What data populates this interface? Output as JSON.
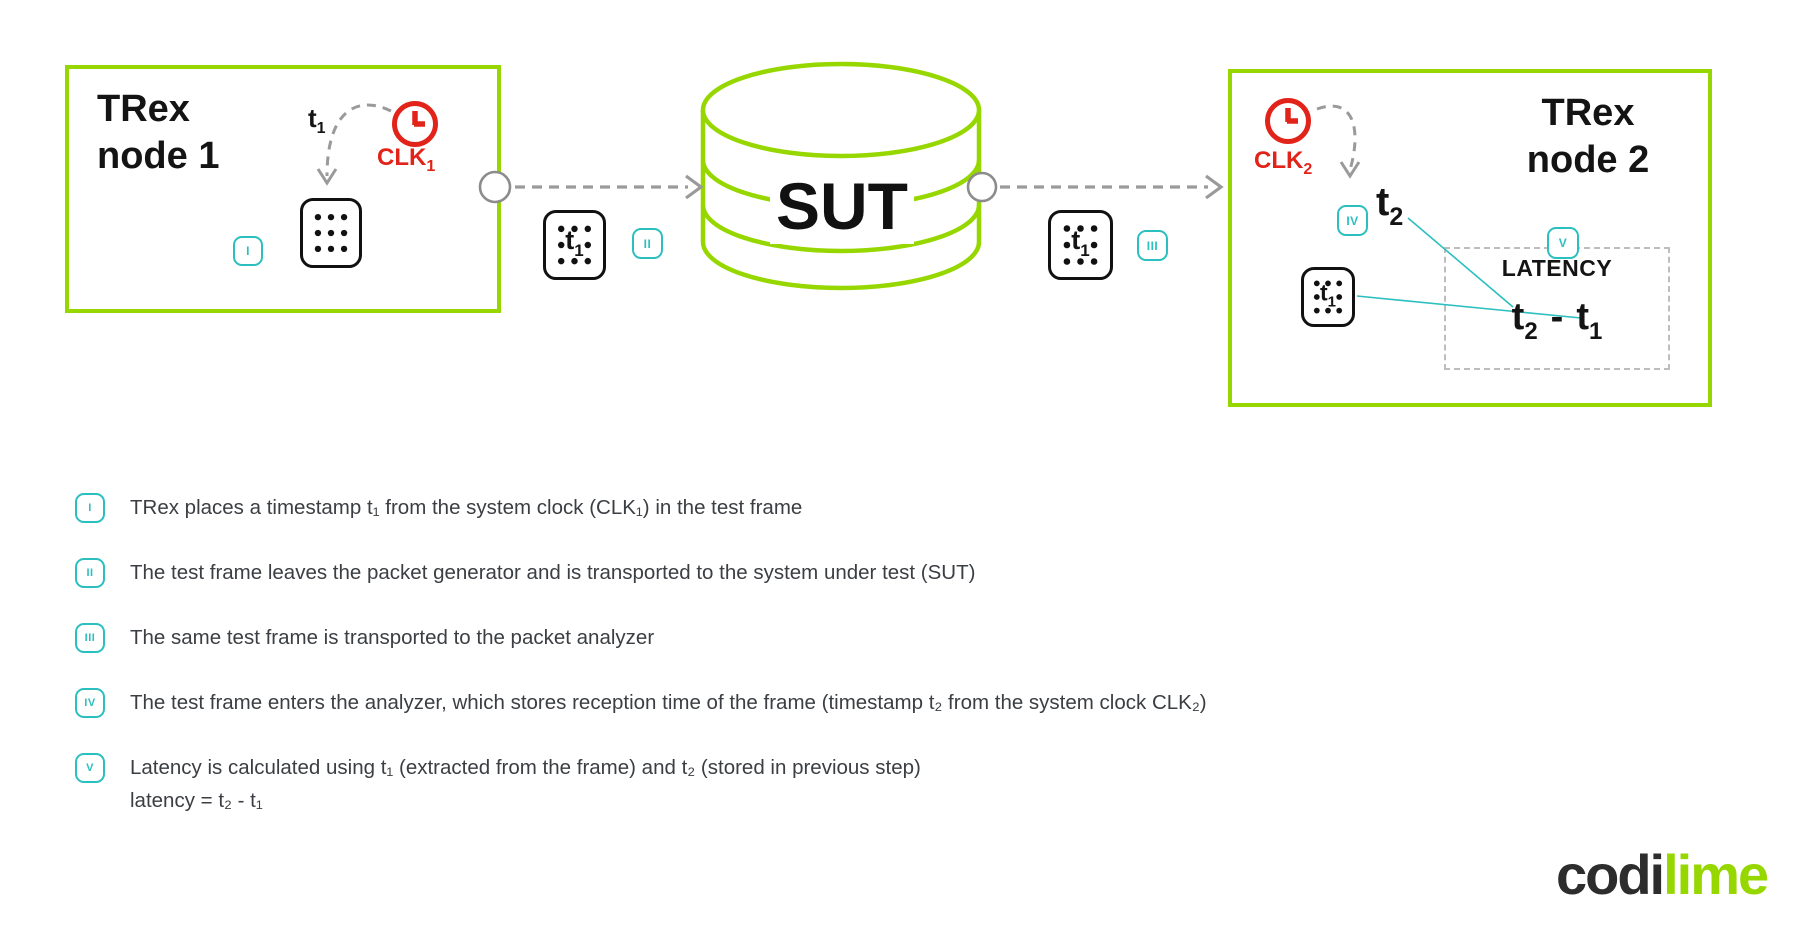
{
  "colors": {
    "lime": "#97D700",
    "red": "#E2231A",
    "teal": "#2BBFBF"
  },
  "diagram": {
    "node1": {
      "title_line1": "TRex",
      "title_line2": "node 1",
      "badge": "I",
      "clock": {
        "base": "CLK",
        "sub": "1"
      },
      "t1": {
        "base": "t",
        "sub": "1"
      }
    },
    "link1": {
      "badge": "II",
      "frame_label": {
        "base": "t",
        "sub": "1"
      }
    },
    "sut": {
      "label": "SUT"
    },
    "link2": {
      "badge": "III",
      "frame_label": {
        "base": "t",
        "sub": "1"
      }
    },
    "node2": {
      "title_line1": "TRex",
      "title_line2": "node 2",
      "badge_iv": "IV",
      "badge_v": "V",
      "clock": {
        "base": "CLK",
        "sub": "2"
      },
      "t2": {
        "base": "t",
        "sub": "2"
      },
      "frame_label": {
        "base": "t",
        "sub": "1"
      },
      "latency": {
        "title": "LATENCY",
        "lhs": {
          "base": "t",
          "sub": "2"
        },
        "minus": "-",
        "rhs": {
          "base": "t",
          "sub": "1"
        }
      }
    }
  },
  "steps": {
    "items": [
      {
        "badge": "I",
        "text": "TRex places a timestamp t₁ from the system clock (CLK₁) in the test frame"
      },
      {
        "badge": "II",
        "text": "The test frame leaves the packet generator and is transported to the system under test (SUT)"
      },
      {
        "badge": "III",
        "text": "The same test frame is transported to the packet analyzer"
      },
      {
        "badge": "IV",
        "text": "The test frame enters the analyzer, which stores reception time of the frame (timestamp t₂ from the system clock CLK₂)"
      },
      {
        "badge": "V",
        "text": "Latency is calculated using t₁ (extracted from the frame) and t₂ (stored in previous step)",
        "text_line2": "latency = t₂ - t₁"
      }
    ]
  },
  "logo": {
    "part1": "codi",
    "part2": "lime"
  }
}
